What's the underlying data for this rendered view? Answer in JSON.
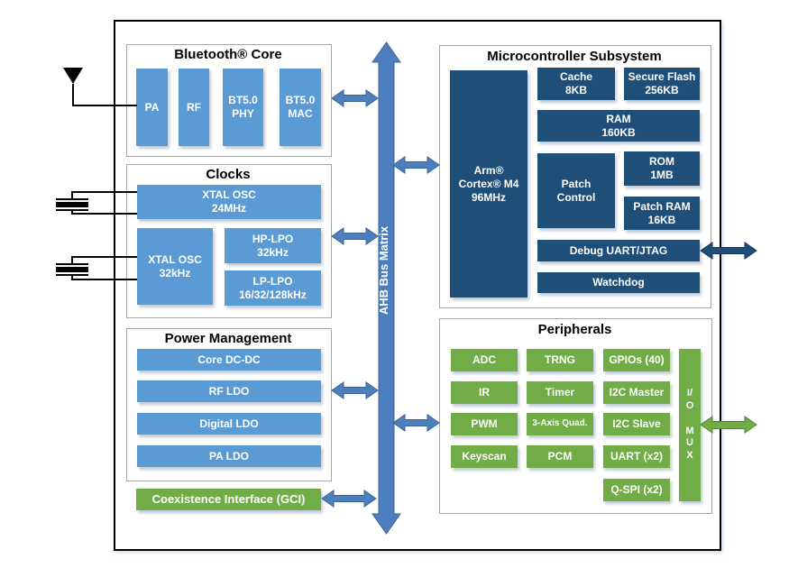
{
  "bus": {
    "label": "AHB Bus Matrix"
  },
  "bt": {
    "title": "Bluetooth® Core",
    "blocks": [
      "PA",
      "RF",
      "BT5.0\nPHY",
      "BT5.0\nMAC"
    ]
  },
  "clocks": {
    "title": "Clocks",
    "blocks": [
      "XTAL OSC\n24MHz",
      "XTAL OSC\n32kHz",
      "HP-LPO\n32kHz",
      "LP-LPO\n16/32/128kHz"
    ]
  },
  "power": {
    "title": "Power Management",
    "blocks": [
      "Core DC-DC",
      "RF LDO",
      "Digital LDO",
      "PA LDO"
    ]
  },
  "gci": {
    "label": "Coexistence Interface (GCI)"
  },
  "mcu": {
    "title": "Microcontroller Subsystem",
    "cpu": "Arm®\nCortex® M4\n96MHz",
    "cache": "Cache\n8KB",
    "secure_flash": "Secure Flash\n256KB",
    "ram": "RAM\n160KB",
    "patch_control": "Patch\nControl",
    "rom": "ROM\n1MB",
    "patch_ram": "Patch RAM\n16KB",
    "debug_uart": "Debug UART/JTAG",
    "watchdog": "Watchdog"
  },
  "peripherals": {
    "title": "Peripherals",
    "col1": [
      "ADC",
      "IR",
      "PWM",
      "Keyscan"
    ],
    "col2": [
      "TRNG",
      "Timer",
      "3-Axis Quad.",
      "PCM"
    ],
    "col3": [
      "GPIOs (40)",
      "I2C Master",
      "I2C Slave",
      "UART (x2)",
      "Q-SPI (x2)"
    ],
    "io_mux": "I/\nO\n\nM\nU\nX"
  },
  "colors": {
    "light_blue": "#5B9BD5",
    "dark_blue": "#1F4E79",
    "green": "#70AD47",
    "bus_blue": "#4D7EBD",
    "arrow_border_blue": "#3A6494",
    "arrow_border_navy": "#16365C",
    "arrow_border_green": "#548235",
    "box_border_gray": "#A6A6A6",
    "outer_border": "#000000"
  }
}
